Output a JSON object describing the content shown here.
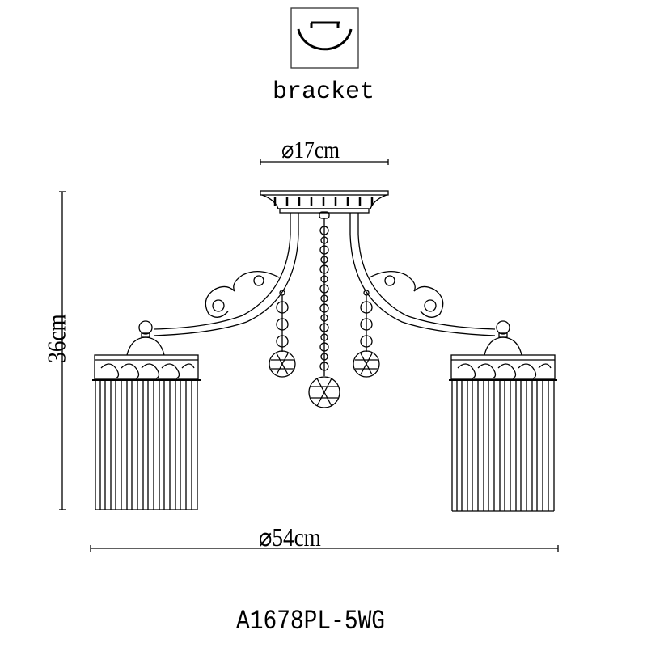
{
  "mount_icon": {
    "name": "bracket-mount-icon",
    "label": "bracket"
  },
  "dimensions": {
    "canopy_diameter": "⌀17cm",
    "overall_diameter": "⌀54cm",
    "height": "36cm"
  },
  "product": {
    "model": "A1678PL-5WG"
  },
  "drawing": {
    "line_color": "#000000",
    "background": "#ffffff"
  }
}
